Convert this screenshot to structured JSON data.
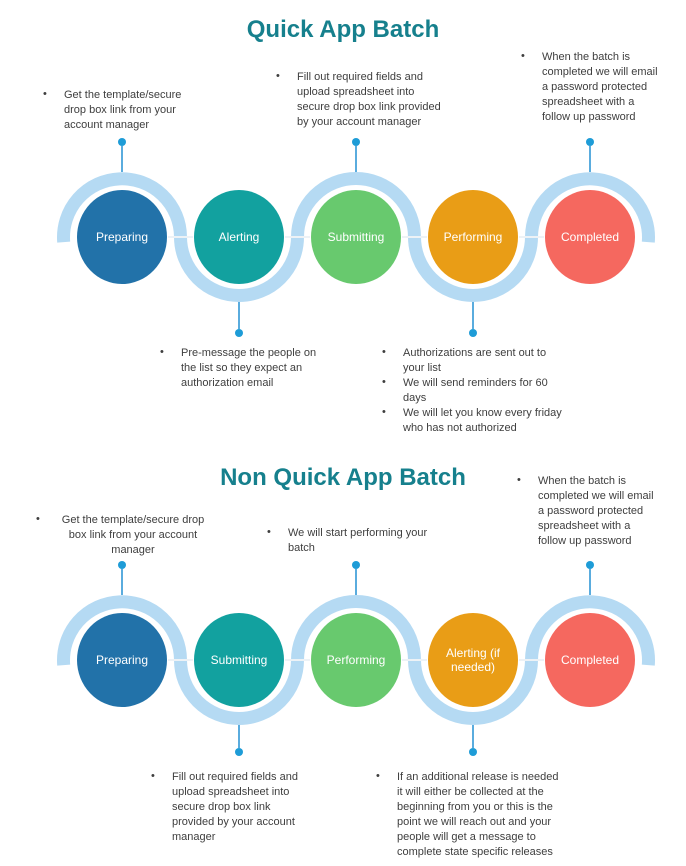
{
  "palette": {
    "title_teal": "#16808D",
    "ribbon_blue": "#B5DAF3",
    "connector_line_blue": "#5AACDE",
    "connector_dot_blue": "#1E9CD7",
    "note_text": "#3E3E3E",
    "stage_blue": "#2272A9",
    "stage_teal": "#12A19F",
    "stage_green": "#68C96E",
    "stage_orange": "#E99D16",
    "stage_red": "#F5685F"
  },
  "diagrams": [
    {
      "title": "Quick App Batch",
      "stages": [
        {
          "label": "Preparing",
          "color": "#2272A9"
        },
        {
          "label": "Alerting",
          "color": "#12A19F"
        },
        {
          "label": "Submitting",
          "color": "#68C96E"
        },
        {
          "label": "Performing",
          "color": "#E99D16"
        },
        {
          "label": "Completed",
          "color": "#F5685F"
        }
      ],
      "notes": {
        "top_left": {
          "items": [
            "Get the template/secure drop box link from your account manager"
          ]
        },
        "top_middle": {
          "items": [
            "Fill out required fields and upload spreadsheet into secure drop box link provided by your account manager"
          ]
        },
        "top_right": {
          "items": [
            "When the batch is completed we will email a password protected spreadsheet with a follow up password"
          ]
        },
        "bottom_left": {
          "items": [
            "Pre-message the people on the list so they expect an authorization email"
          ]
        },
        "bottom_right": {
          "items": [
            "Authorizations are sent out to your list",
            "We will send reminders for 60 days",
            "We will let you know every friday who has not authorized"
          ]
        }
      }
    },
    {
      "title": "Non Quick App Batch",
      "stages": [
        {
          "label": "Preparing",
          "color": "#2272A9"
        },
        {
          "label": "Submitting",
          "color": "#12A19F"
        },
        {
          "label": "Performing",
          "color": "#68C96E"
        },
        {
          "label": "Alerting (if needed)",
          "color": "#E99D16"
        },
        {
          "label": "Completed",
          "color": "#F5685F"
        }
      ],
      "notes": {
        "top_left": {
          "items": [
            "Get the template/secure drop box link from your account manager"
          ]
        },
        "top_middle": {
          "items": [
            "We will start performing your batch"
          ]
        },
        "top_right": {
          "items": [
            "When the batch is completed we will email a password protected spreadsheet with a follow up password"
          ]
        },
        "bottom_left": {
          "items": [
            "Fill out required fields and upload spreadsheet into secure drop box link provided by your account manager"
          ]
        },
        "bottom_right": {
          "items": [
            "If an additional release is needed it will either be collected at the beginning from you or this is the point we will reach out and your people will get a message to complete state specific releases"
          ]
        }
      }
    }
  ]
}
